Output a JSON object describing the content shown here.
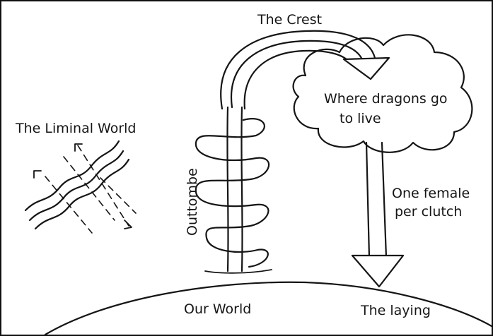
{
  "labels": {
    "crest": "The Crest",
    "dragons_line1": "Where dragons go",
    "dragons_line2": "to live",
    "liminal": "The Liminal World",
    "outtombe": "Outtombe",
    "clutch_line1": "One female",
    "clutch_line2": "per clutch",
    "our_world": "Our World",
    "laying": "The laying"
  },
  "colors": {
    "ink": "#151515",
    "paper": "#ffffff"
  }
}
